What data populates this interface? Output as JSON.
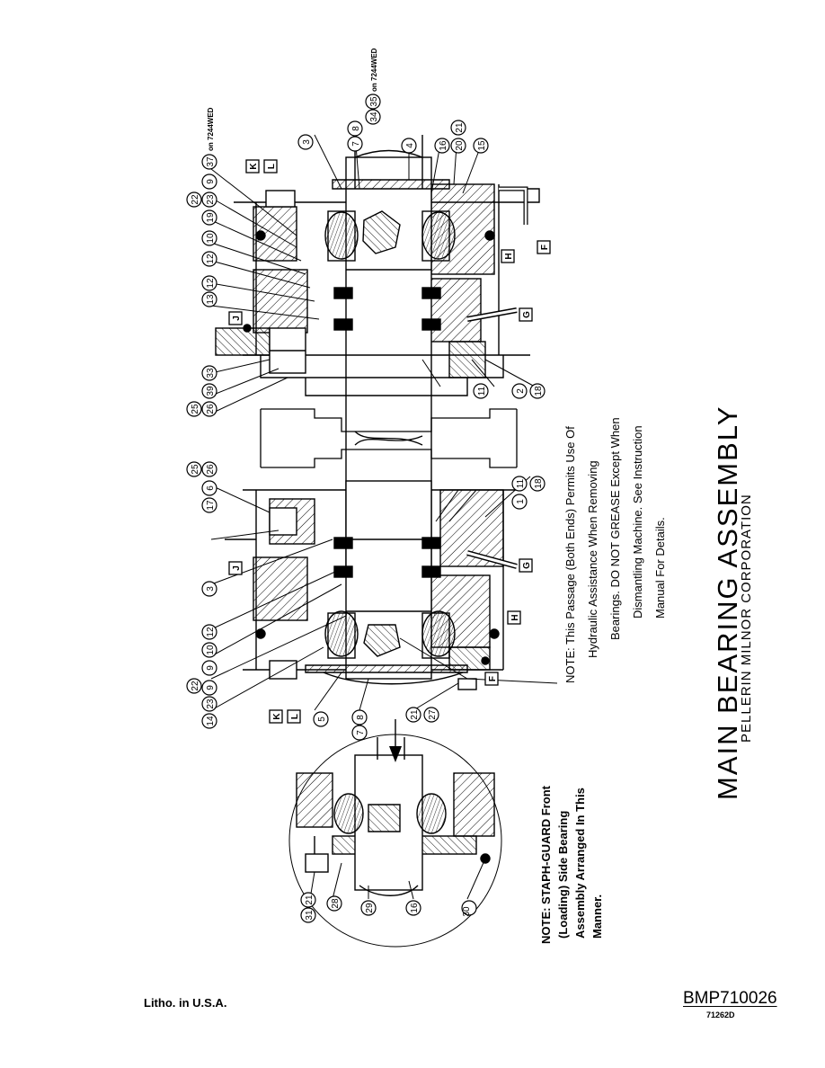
{
  "title": "MAIN BEARING ASSEMBLY",
  "company": "PELLERIN MILNOR CORPORATION",
  "note_main": {
    "line1": "NOTE: This Passage (Both Ends) Permits Use Of",
    "line2": "Hydraulic Assistance When Removing",
    "line3": "Bearings. DO NOT GREASE Except When",
    "line4": "Dismantling Machine. See Instruction",
    "line5": "Manual For Details."
  },
  "note_staph": {
    "line1": "NOTE: STAPH-GUARD Front",
    "line2": "(Loading) Side Bearing",
    "line3": "Assembly Arranged In This",
    "line4": "Manner."
  },
  "litho": "Litho. in U.S.A.",
  "doc_number": "BMP710026",
  "doc_sub": "71262D",
  "version_note_1": "on 7244WED",
  "version_note_2": "on 7244WED",
  "callouts": {
    "n1": "1",
    "n2": "2",
    "n3": "3",
    "n4": "4",
    "n5": "5",
    "n6": "6",
    "n7": "7",
    "n8": "8",
    "n9": "9",
    "n10": "10",
    "n11": "11",
    "n12": "12",
    "n13": "13",
    "n14": "14",
    "n15": "15",
    "n16": "16",
    "n17": "17",
    "n18": "18",
    "n19": "19",
    "n20": "20",
    "n21": "21",
    "n22": "22",
    "n23": "23",
    "n25": "25",
    "n26": "26",
    "n27": "27",
    "n28": "28",
    "n29": "29",
    "n30": "30",
    "n31": "31",
    "n33": "33",
    "n34": "34",
    "n35": "35",
    "n37": "37",
    "n39": "39"
  },
  "letters": {
    "F": "F",
    "G": "G",
    "H": "H",
    "J": "J",
    "K": "K",
    "L": "L"
  }
}
